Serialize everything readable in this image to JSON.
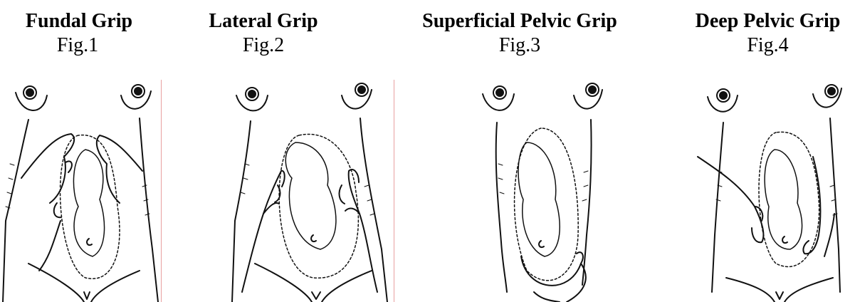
{
  "figures": [
    {
      "title": "Fundal Grip",
      "caption": "Fig.1",
      "icon": "fundal-grip-illustration"
    },
    {
      "title": "Lateral Grip",
      "caption": "Fig.2",
      "icon": "lateral-grip-illustration"
    },
    {
      "title": "Superficial Pelvic Grip",
      "caption": "Fig.3",
      "icon": "superficial-pelvic-grip-illustration"
    },
    {
      "title": "Deep Pelvic Grip",
      "caption": "Fig.4",
      "icon": "deep-pelvic-grip-illustration"
    }
  ],
  "colors": {
    "ink": "#111111",
    "divider": "#e8a0a0",
    "background": "#ffffff"
  }
}
